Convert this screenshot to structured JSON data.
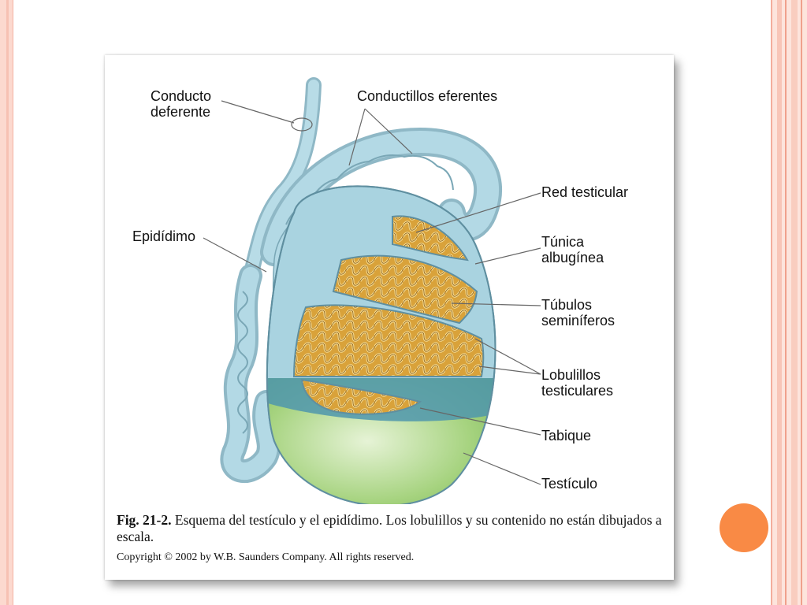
{
  "labels": {
    "conducto_deferente_1": "Conducto",
    "conducto_deferente_2": "deferente",
    "conductillos": "Conductillos eferentes",
    "epididimo": "Epidídimo",
    "red_testicular": "Red testicular",
    "tunica_1": "Túnica",
    "tunica_2": "albugínea",
    "tubulos_1": "Túbulos",
    "tubulos_2": "seminíferos",
    "lobulillos_1": "Lobulillos",
    "lobulillos_2": "testiculares",
    "tabique": "Tabique",
    "testiculo": "Testículo"
  },
  "caption": {
    "fig_label": "Fig. 21-2.",
    "text": " Esquema del testículo y el epidídimo. Los lobulillos y su contenido no están dibujados a escala.",
    "copyright": "Copyright © 2002 by W.B. Saunders Company. All rights reserved."
  },
  "colors": {
    "accent": "#f98a45",
    "blue_duct": "#a9d3e0",
    "tubule_gold": "#d9a73a",
    "testis_green": "#9cce78"
  }
}
